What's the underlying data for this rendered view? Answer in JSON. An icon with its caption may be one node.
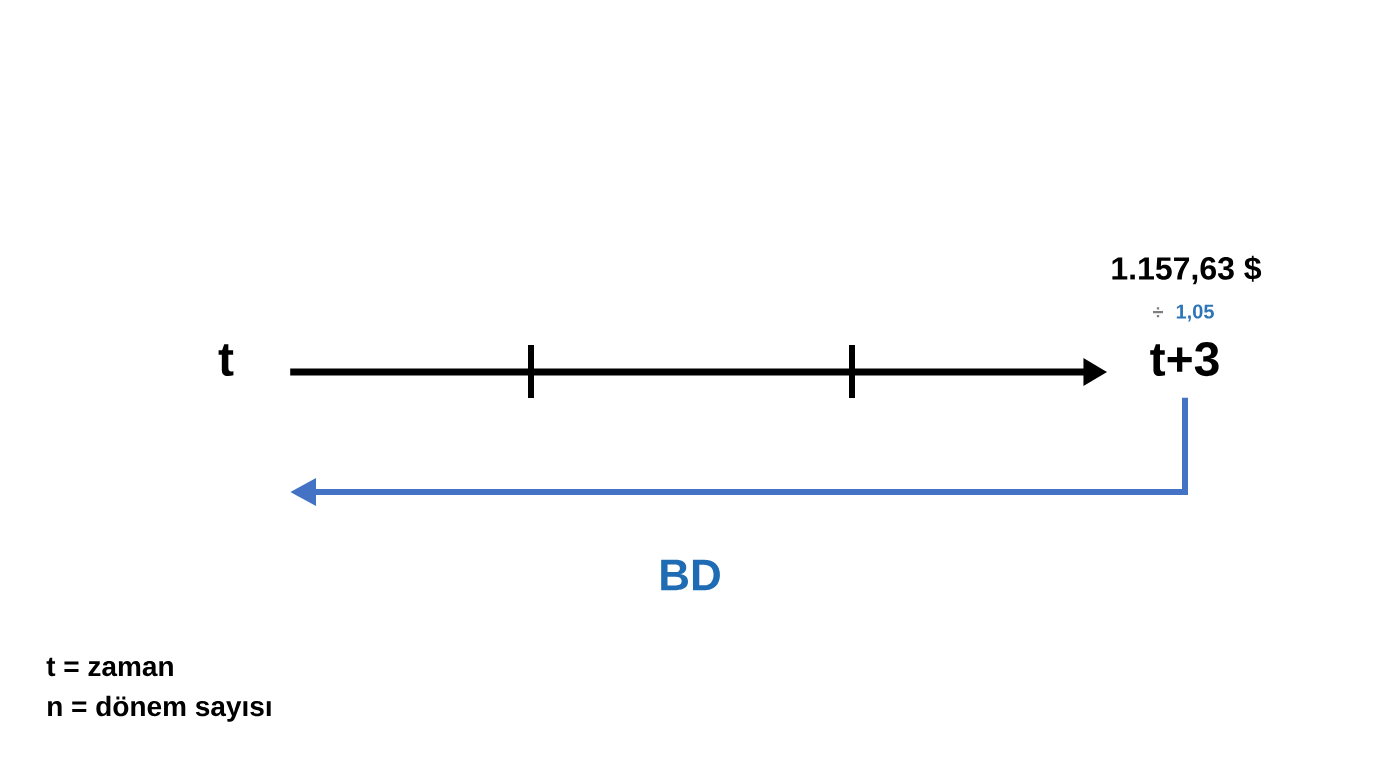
{
  "diagram": {
    "nodes": [
      {
        "text": [
          "t"
        ]
      },
      {
        "text": [
          "t+3"
        ],
        "beside": [
          "1.157,63 $",
          "÷",
          "1,05"
        ]
      }
    ],
    "edges": [
      {
        "from": 0,
        "to": 1,
        "arrow": "to"
      },
      {
        "from": 1,
        "to": null,
        "arrow": "to",
        "label": "BD",
        "color": "#4472c4"
      }
    ],
    "labels": [
      "t = zaman",
      "n = dönem sayısı"
    ]
  }
}
